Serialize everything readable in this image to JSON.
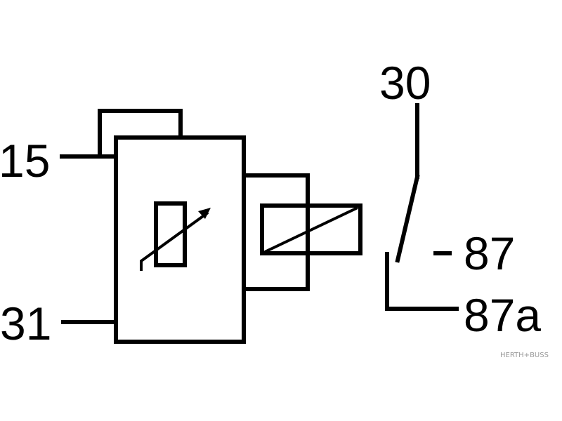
{
  "colors": {
    "line": "#000000",
    "background": "#ffffff",
    "watermark": "#9a9a9a"
  },
  "terminals": {
    "t15": "15",
    "t31": "31",
    "t30": "30",
    "t87": "87",
    "t87a": "87a",
    "t87_dash": "-"
  },
  "watermark": "HERTH+BUSS",
  "icons": {
    "adjustable_resistor": "variable-resistor-icon",
    "relay_coil": "relay-coil-icon",
    "changeover_switch": "switch-contact-icon"
  }
}
